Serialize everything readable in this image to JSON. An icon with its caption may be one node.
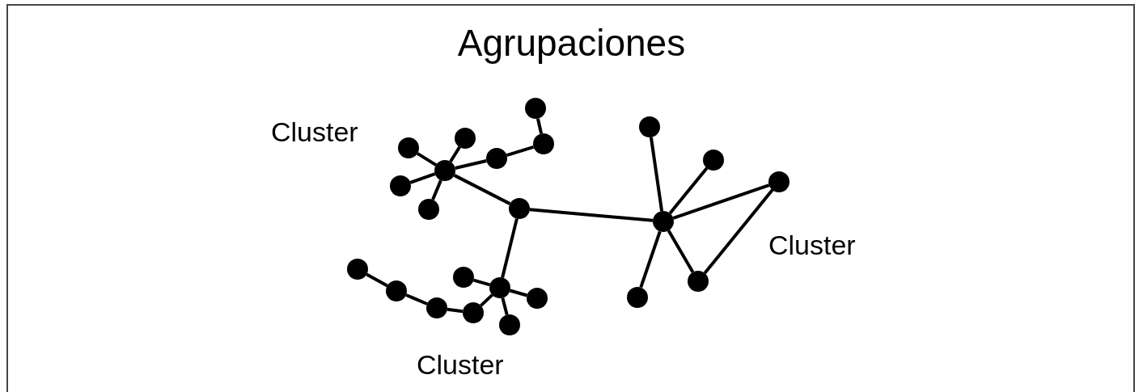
{
  "diagram": {
    "title": "Agrupaciones",
    "nodes": [
      {
        "text": [],
        "shape": "circle"
      },
      {
        "text": [],
        "shape": "circle"
      },
      {
        "text": [],
        "shape": "circle"
      },
      {
        "text": [],
        "shape": "circle"
      },
      {
        "text": [],
        "shape": "circle"
      },
      {
        "text": [],
        "shape": "circle"
      },
      {
        "text": [],
        "shape": "circle"
      },
      {
        "text": [],
        "shape": "circle"
      },
      {
        "text": [],
        "shape": "circle"
      },
      {
        "text": [],
        "shape": "circle"
      },
      {
        "text": [],
        "shape": "circle"
      },
      {
        "text": [],
        "shape": "circle"
      },
      {
        "text": [],
        "shape": "circle"
      },
      {
        "text": [],
        "shape": "circle"
      },
      {
        "text": [],
        "shape": "circle"
      },
      {
        "text": [],
        "shape": "circle"
      },
      {
        "text": [],
        "shape": "circle"
      },
      {
        "text": [],
        "shape": "circle"
      },
      {
        "text": [],
        "shape": "circle"
      },
      {
        "text": [],
        "shape": "circle"
      },
      {
        "text": [],
        "shape": "circle"
      },
      {
        "text": [],
        "shape": "circle"
      },
      {
        "text": [],
        "shape": "circle"
      }
    ],
    "edges": [
      {
        "from": 0,
        "to": 1,
        "arrow": "none"
      },
      {
        "from": 0,
        "to": 2,
        "arrow": "none"
      },
      {
        "from": 0,
        "to": 3,
        "arrow": "none"
      },
      {
        "from": 0,
        "to": 4,
        "arrow": "none"
      },
      {
        "from": 0,
        "to": 5,
        "arrow": "none"
      },
      {
        "from": 5,
        "to": 6,
        "arrow": "none"
      },
      {
        "from": 6,
        "to": 7,
        "arrow": "none"
      },
      {
        "from": 0,
        "to": 8,
        "arrow": "none"
      },
      {
        "from": 8,
        "to": 9,
        "arrow": "none"
      },
      {
        "from": 8,
        "to": 17,
        "arrow": "none"
      },
      {
        "from": 9,
        "to": 10,
        "arrow": "none"
      },
      {
        "from": 9,
        "to": 11,
        "arrow": "none"
      },
      {
        "from": 9,
        "to": 12,
        "arrow": "none"
      },
      {
        "from": 9,
        "to": 13,
        "arrow": "none"
      },
      {
        "from": 13,
        "to": 14,
        "arrow": "none"
      },
      {
        "from": 14,
        "to": 15,
        "arrow": "none"
      },
      {
        "from": 15,
        "to": 16,
        "arrow": "none"
      },
      {
        "from": 17,
        "to": 18,
        "arrow": "none"
      },
      {
        "from": 17,
        "to": 19,
        "arrow": "none"
      },
      {
        "from": 17,
        "to": 20,
        "arrow": "none"
      },
      {
        "from": 17,
        "to": 21,
        "arrow": "none"
      },
      {
        "from": 21,
        "to": 20,
        "arrow": "none"
      },
      {
        "from": 17,
        "to": 22,
        "arrow": "none"
      }
    ],
    "labels": [
      "Cluster",
      "Cluster",
      "Cluster"
    ]
  }
}
